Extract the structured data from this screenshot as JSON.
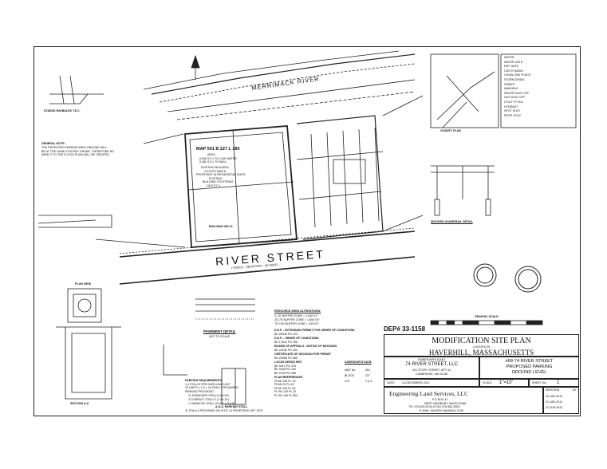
{
  "notes": {
    "staked": "STAKED HAYBALES T.E.C.",
    "general_title": "GENERAL NOTE:",
    "general_body": [
      "THE PROPOSED PARKING AREA GROUND WILL",
      "BE AT THE SAME EXISTING GRADE, THEREFORE NO",
      "IMPACT TO THE FLOOD PLAIN WILL BE CREATED."
    ],
    "plan_view": "PLAN VIEW",
    "section_aa": "SECTION A-A",
    "pavement_detail": "PAVEMENT DETAIL",
    "pavement_note": "NOT TO SCALE",
    "ada_stall": "A.D.A. PARKING STALL",
    "wooden_guardrail": "WOODEN GUARDRAIL DETAIL",
    "graphic_scale": "GRAPHIC SCALE",
    "vicinity_plan": "VICINITY PLAN",
    "merrimack": "MERRIMACK RIVER",
    "river_street": "RIVER STREET",
    "river_street_sub": "( PUBLIC - DEDICATED - 60' WIDE )"
  },
  "parcel": {
    "map": "MAP 501 B 227 L 280",
    "area_label": "AREA",
    "area1": "6,906 S.F.± TO LOW WATER",
    "area2": "5,380 S.F.± TO WALL",
    "existing": "EXISTING BUILDING",
    "stories": "4 STORY BRICK",
    "proposed": "PROPOSED 16 RESIDENTIAL UNITS",
    "existing2": "EXISTING",
    "footprint": "BUILDING FOOTPRINT",
    "footprint_area": "2,810 S.F.±",
    "building": "BUILDING #68-74"
  },
  "resource": {
    "title": "RESOURCE AREA ALTERATIONS:",
    "lines": [
      "0'-25' BUFFER ZONE = 2,640 S.F.",
      "25'-75' BUFFER ZONE = 1,850 S.F.",
      "75'-100' BUFFER ZONE = 330 S.F."
    ],
    "dep_ext": "D.E.P. - EXTENSION PERMIT FOR ORDER OF CONDITIONS",
    "dep_ext_ref": "BK 28346 PG 323",
    "dep_order": "D.E.P. - ORDER OF CONDITIONS",
    "dep_order_ref": "BK 17644 PG 536",
    "boa": "BOARD OF APPEALS - NOTICE OF DECISION",
    "boa_ref": "BK 24162 PG 404",
    "cert": "CERTIFICATE OF DECISION FOR PERMIT",
    "cert_ref": "BK 25358 PG 566",
    "deeds_title": "LOCUS DEEDS REF.",
    "deeds": [
      "BK 9413 PG 203",
      "BK 9498 PG 184",
      "BK 9709 PG 286"
    ],
    "plans_title": "PLAN REFERENCES",
    "plans": [
      "PLBK 235 PL 16",
      "PLBK 29 PL 63",
      "PLBK 235 PL 64",
      "PL BK 125 PL 22",
      "PL BK 196 PL 803"
    ]
  },
  "assessor": {
    "title": "ASSESSOR'S DATA",
    "map_label": "MAP No.",
    "map_val": "501",
    "block_label": "BLOCK",
    "block_val": "227",
    "lot_label": "LOT",
    "lot_val": "2 & 3"
  },
  "parking": {
    "title": "PARKING REQUIREMENTS",
    "lines": [
      "1.5 STALLS PER DWELLING UNIT",
      "16 UNITS x 1.5 = 24 STALLS REQUIRED",
      "PARKING PROVIDED:"
    ],
    "std": "11 STANDARD STALLS (9'x18')",
    "compact": "3 COMPACT STALLS (7.5'x 15')",
    "ada": "1 HANDICAP STALL (9'x18' + 8'x18')",
    "footer": "11 STALLS PROVIDED ON SITE/ 10 PROPOSED OFF SITE"
  },
  "dep": "DEP# 33-1158",
  "title_block": {
    "title": "MODIFICATION SITE PLAN",
    "located": "LOCATED IN",
    "city": "HAVERHILL, MASSACHUSETTS",
    "owner_label": "OWNER/APPLICANT",
    "owner": "74 RIVER STREET, LLC",
    "owner_addr1": "201 STORY STREET, APT 34",
    "owner_addr2": "CAMBRIDGE, MA 02138",
    "project1": "#68-74 RIVER STREET",
    "project2": "PROPOSED PARKING",
    "project3": "GROUND LEVEL",
    "date_label": "DATE:",
    "date": "14-DECEMBER-2011",
    "scale_label": "SCALE",
    "scale": "1\"=10'",
    "sheet_label": "SHEET No.",
    "sheet": "1",
    "firm": "Engineering Land Services, LLC",
    "firm1": "P.O.BOX 41",
    "firm2": "WEST NEWBURY, MASS 01985",
    "firm3": "TEL 978-835-6744  &  FAX 978-462-2800",
    "firm4": "E-MAIL: MASSPLS@GMAIL.COM",
    "rev_label": "REVISION",
    "rev_by": "BY",
    "revs": [
      "20-JAN-2012",
      "31-JAN-2012",
      "22-JUN-2012"
    ]
  },
  "legend": [
    "WATER",
    "WATER GATE",
    "DRY GATE",
    "CATCH BASIN",
    "CHAIN LINK FENCE",
    "STORM DRAIN",
    "SEWER",
    "MANHOLE",
    "WATER SHUT OFF",
    "GAS SHUT OFF",
    "UTILITY POLE",
    "HYDRANT",
    "SPOT ELEV.",
    "PROP. ELEV."
  ]
}
